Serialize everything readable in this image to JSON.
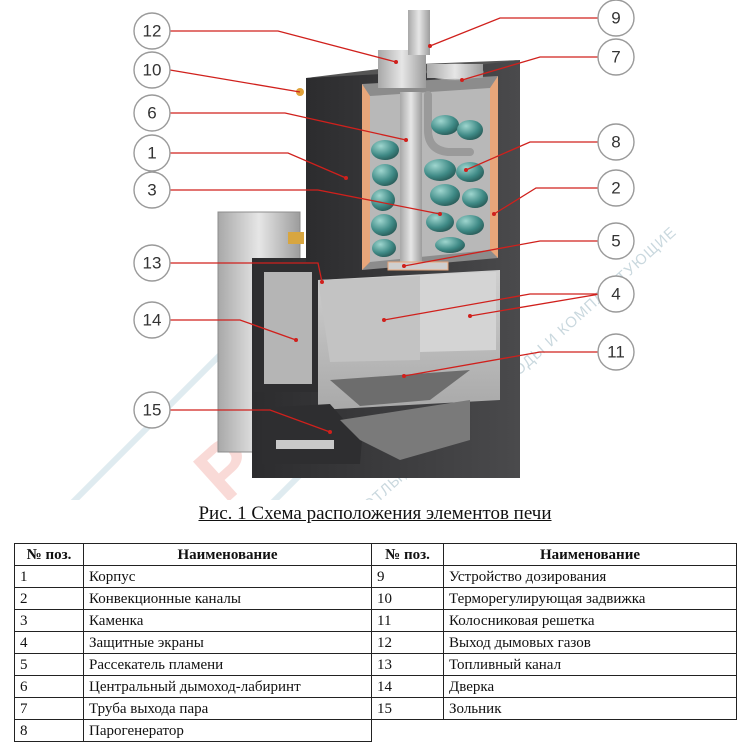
{
  "figure": {
    "caption": "Рис. 1 Схема расположения элементов печи",
    "callouts": [
      "1",
      "2",
      "3",
      "4",
      "5",
      "6",
      "7",
      "8",
      "9",
      "10",
      "11",
      "12",
      "13",
      "14",
      "15"
    ],
    "watermark": {
      "brand": "Pechiv.ru",
      "tagline": "ПЕЧИ, КОТЛЫ, КАМИНЫ, ДЫМОХОДЫ И КОМПЛЕКТУЮЩИЕ"
    },
    "colors": {
      "leader": "#d0201c",
      "body": "#3a3a3c",
      "stones": "#3f8a86",
      "metal": "#c8c8c8"
    }
  },
  "table": {
    "headers": [
      "№ поз.",
      "Наименование",
      "№ поз.",
      "Наименование"
    ],
    "rows": [
      [
        "1",
        "Корпус",
        "9",
        "Устройство дозирования"
      ],
      [
        "2",
        "Конвекционные каналы",
        "10",
        "Терморегулирующая задвижка"
      ],
      [
        "3",
        "Каменка",
        "11",
        "Колосниковая решетка"
      ],
      [
        "4",
        "Защитные экраны",
        "12",
        "Выход дымовых газов"
      ],
      [
        "5",
        "Рассекатель пламени",
        "13",
        "Топливный канал"
      ],
      [
        "6",
        "Центральный дымоход-лабиринт",
        "14",
        "Дверка"
      ],
      [
        "7",
        "Труба выхода пара",
        "15",
        "Зольник"
      ],
      [
        "8",
        "Парогенератор",
        "",
        ""
      ]
    ]
  }
}
